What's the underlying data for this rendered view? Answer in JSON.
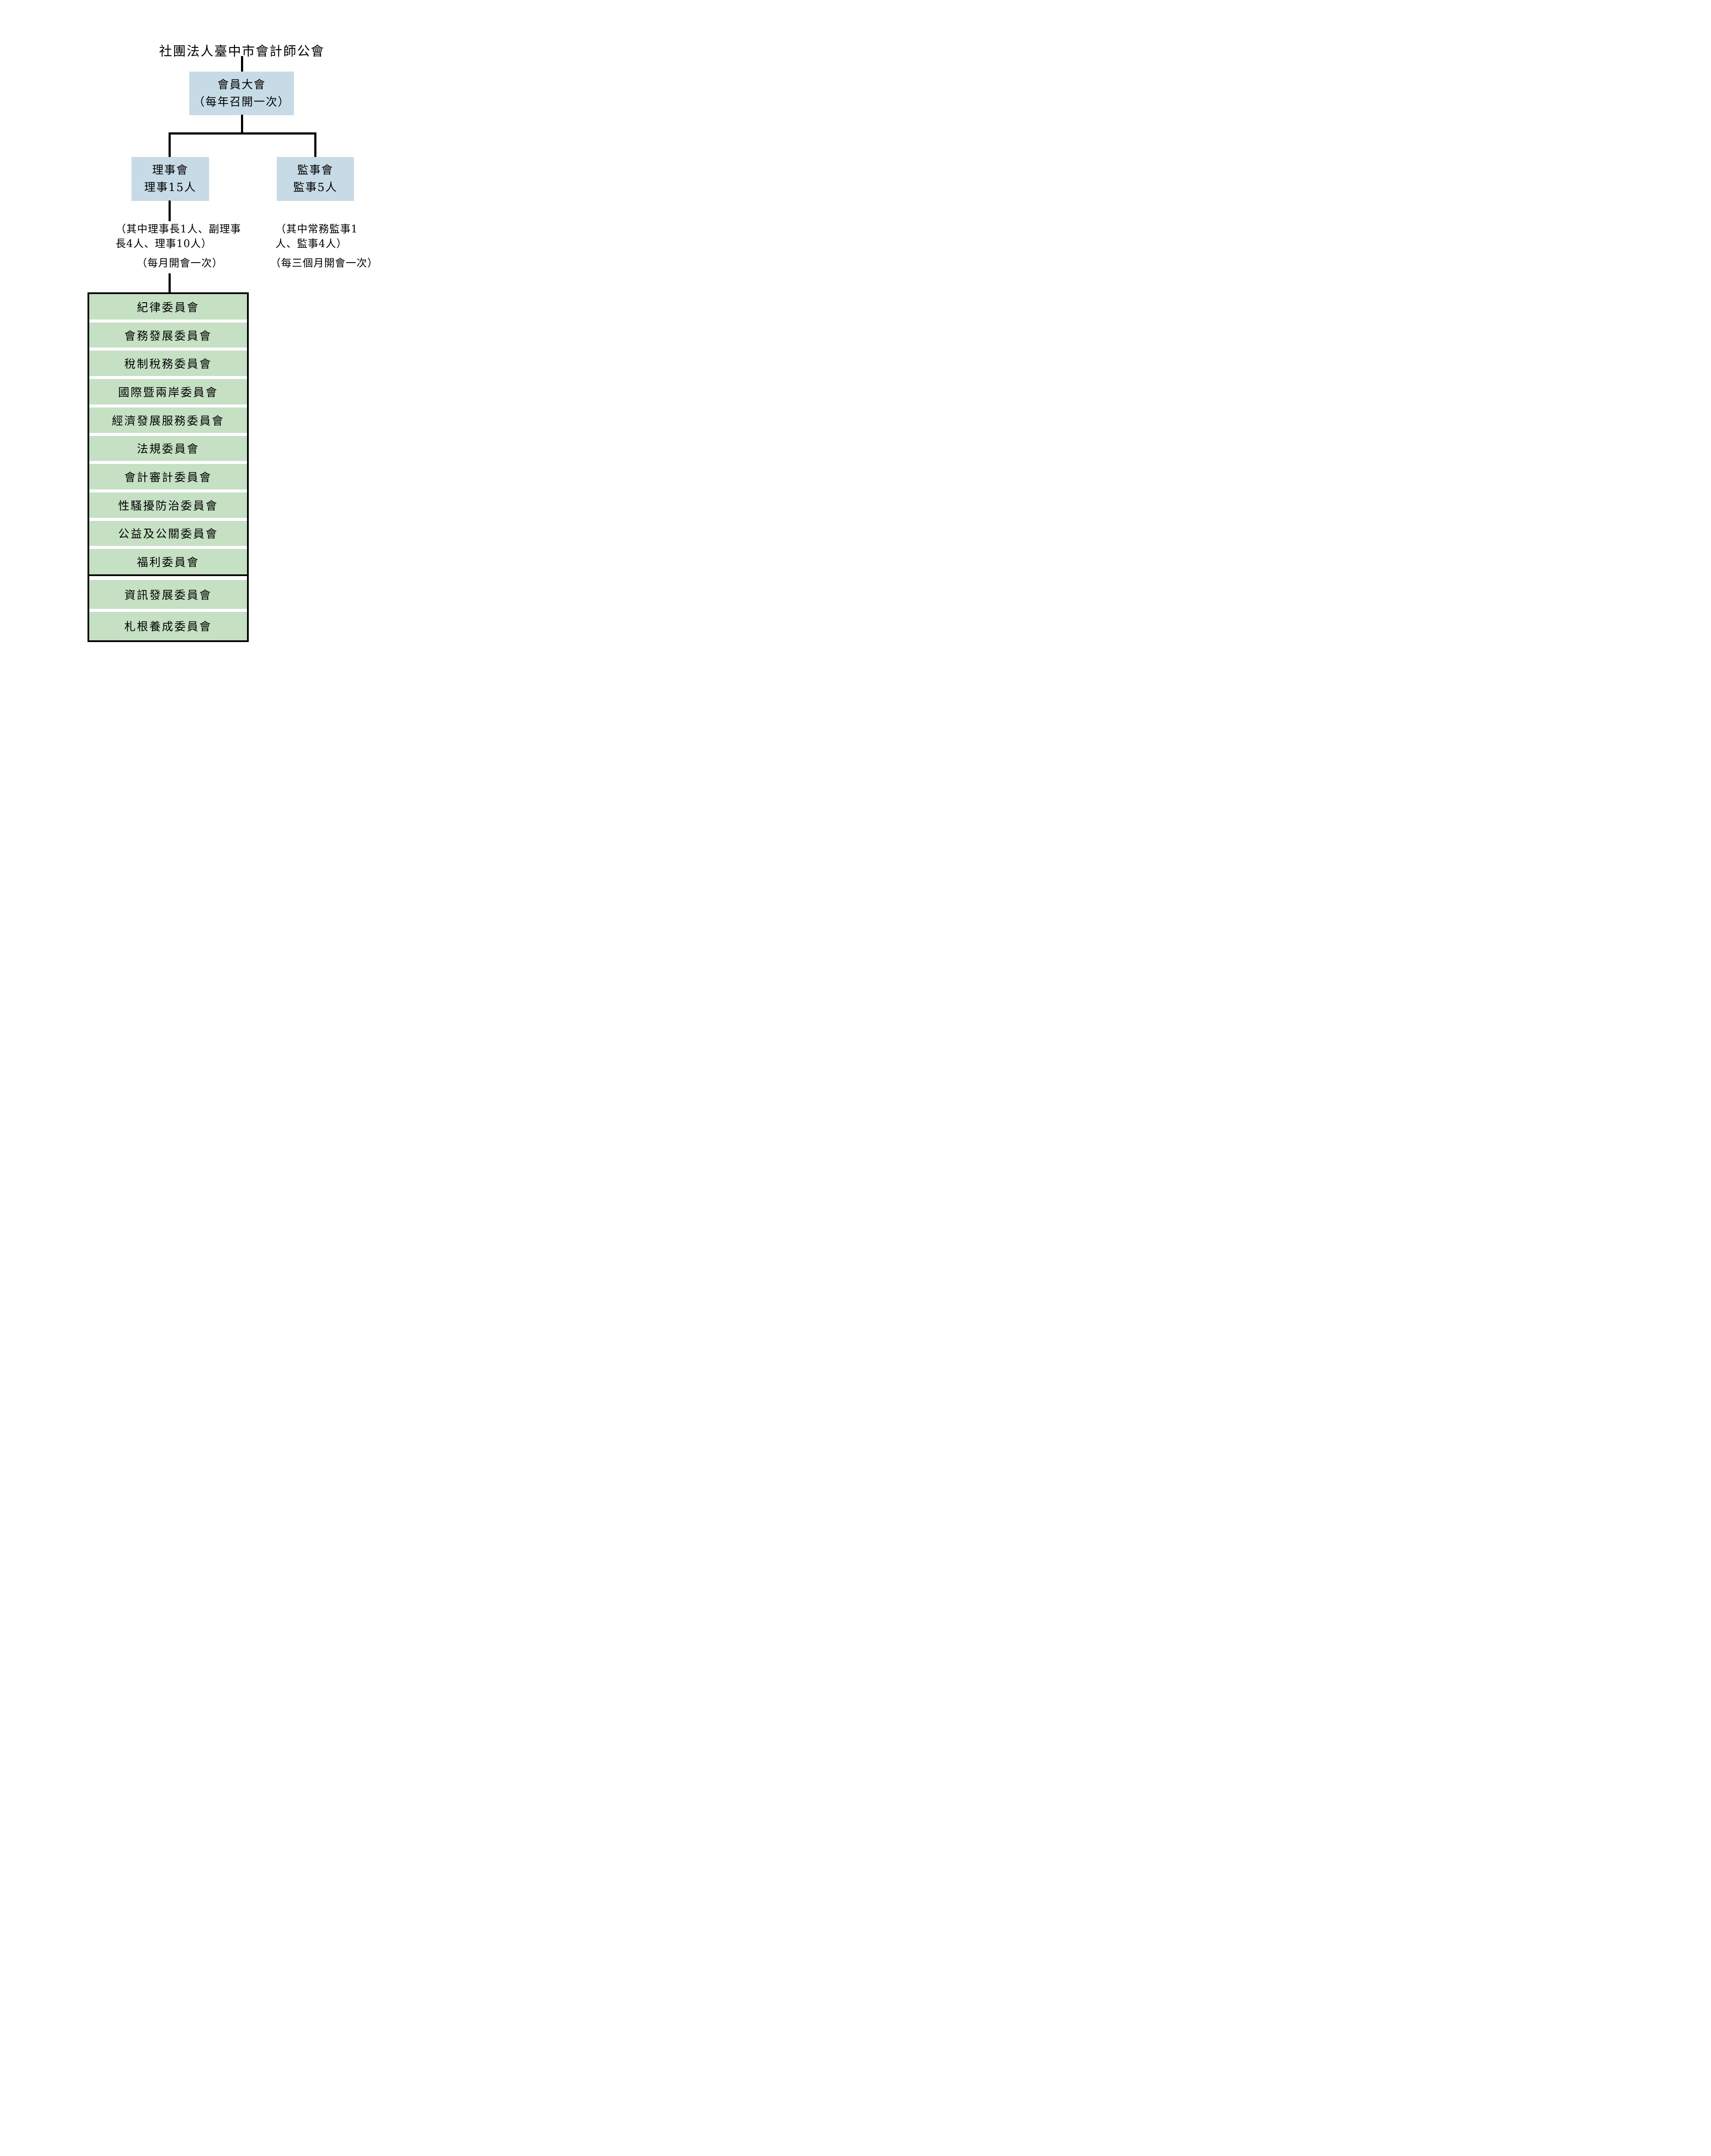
{
  "title": "社團法人臺中市會計師公會",
  "colors": {
    "node_fill_blue": "#c7dbe6",
    "committee_fill_green": "#c5e0c3",
    "line_black": "#000000",
    "page_background": "#ffffff"
  },
  "nodes": {
    "assembly": {
      "line1": "會員大會",
      "line2": "（每年召開一次）"
    },
    "directors": {
      "line1": "理事會",
      "line2": "理事15人"
    },
    "supervisors": {
      "line1": "監事會",
      "line2": "監事5人"
    }
  },
  "notes": {
    "directors": {
      "line1": "（其中理事長1人、副理事",
      "line2": "長4人、理事10人）",
      "line3": "（每月開會一次）"
    },
    "supervisors": {
      "line1": "（其中常務監事1",
      "line2": "人、監事4人）",
      "line3": "（每三個月開會一次）"
    }
  },
  "committees_primary": [
    "紀律委員會",
    "會務發展委員會",
    "稅制稅務委員會",
    "國際暨兩岸委員會",
    "經濟發展服務委員會",
    "法規委員會",
    "會計審計委員會",
    "性騷擾防治委員會",
    "公益及公關委員會",
    "福利委員會"
  ],
  "committees_secondary": [
    "資訊發展委員會",
    "札根養成委員會"
  ]
}
